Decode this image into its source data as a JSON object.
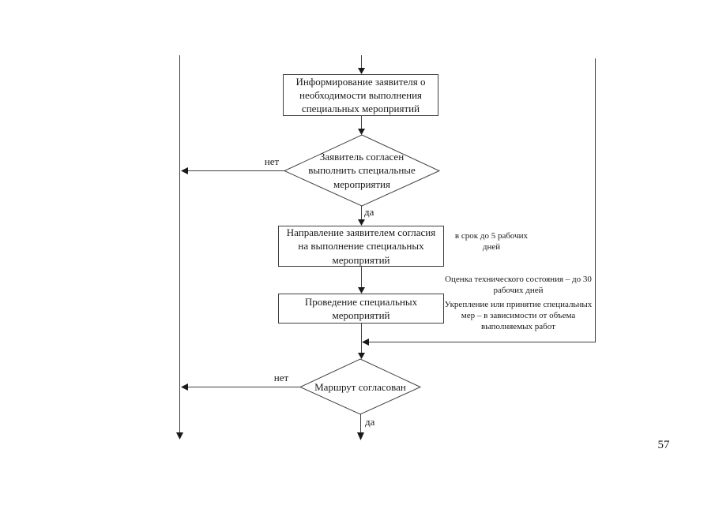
{
  "page": {
    "number": "57"
  },
  "flowchart": {
    "boxes": [
      {
        "id": "inform-applicant",
        "text": "Информирование заявителя о необходимости выполнения специальных мероприятий"
      },
      {
        "id": "send-consent",
        "text": "Направление заявителем согласия на выполнение специальных мероприятий"
      },
      {
        "id": "conduct-measures",
        "text": "Проведение специальных мероприятий"
      }
    ],
    "decisions": [
      {
        "id": "applicant-agrees",
        "text": "Заявитель согласен выполнить специальные мероприятия",
        "yes_label": "да",
        "no_label": "нет"
      },
      {
        "id": "route-approved",
        "text": "Маршрут согласован",
        "yes_label": "да",
        "no_label": "нет"
      }
    ],
    "notes": [
      {
        "id": "term-5-days",
        "text": "в срок до 5 рабочих дней"
      },
      {
        "id": "assessment-30-days",
        "text": "Оценка технического состояния – до 30 рабочих дней"
      },
      {
        "id": "reinforcement-scope",
        "text": "Укрепление или принятие специальных мер – в зависимости от объема выполняемых работ"
      }
    ],
    "colors": {
      "line": "#404040",
      "text": "#1a1a1a",
      "background": "#ffffff"
    }
  }
}
